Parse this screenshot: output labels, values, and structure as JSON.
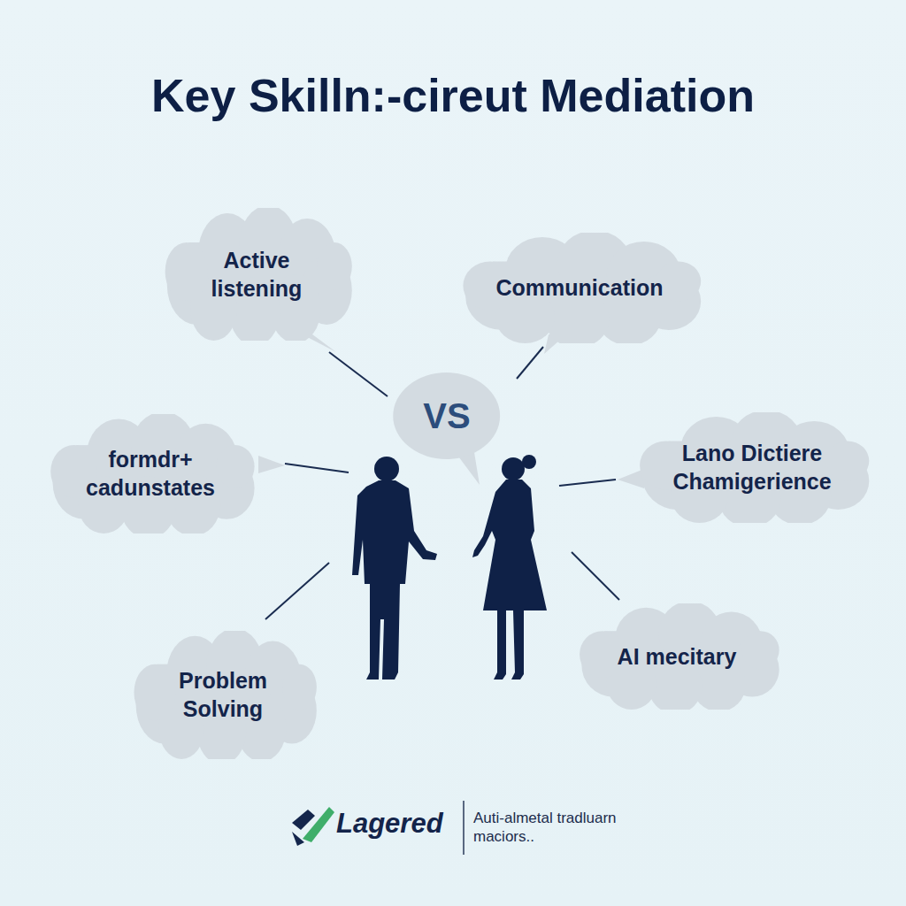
{
  "diagram": {
    "title": "Key Skilln:-cireut Mediation",
    "nodes": [
      {
        "text": [
          "Active listening"
        ]
      },
      {
        "text": [
          "Communication"
        ]
      },
      {
        "text": [
          "VS"
        ]
      },
      {
        "text": [
          "formdr+ cadunstates"
        ]
      },
      {
        "text": [
          "Lano Dictiere Chamigerience"
        ]
      },
      {
        "text": [
          "AI mecitary"
        ]
      },
      {
        "text": [
          "Problem Solving"
        ]
      }
    ],
    "labels": [
      "Lagered",
      "Auti-almetal tradluarn maciors.."
    ]
  }
}
